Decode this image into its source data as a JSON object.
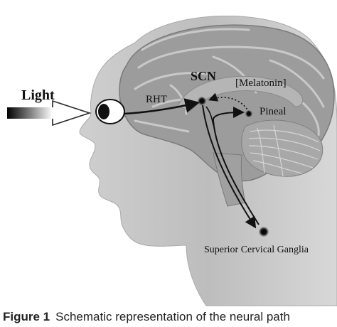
{
  "labels": {
    "light": "Light",
    "scn": "SCN",
    "melatonin": "[Melatonin]",
    "rht": "RHT",
    "pineal": "Pineal",
    "ganglia": "Superior Cervical Ganglia"
  },
  "caption": {
    "label": "Figure 1",
    "text": "Schematic representation of the neural path"
  },
  "colors": {
    "head": "#b9b9b9",
    "brain": "#999999",
    "ink": "#111111"
  }
}
